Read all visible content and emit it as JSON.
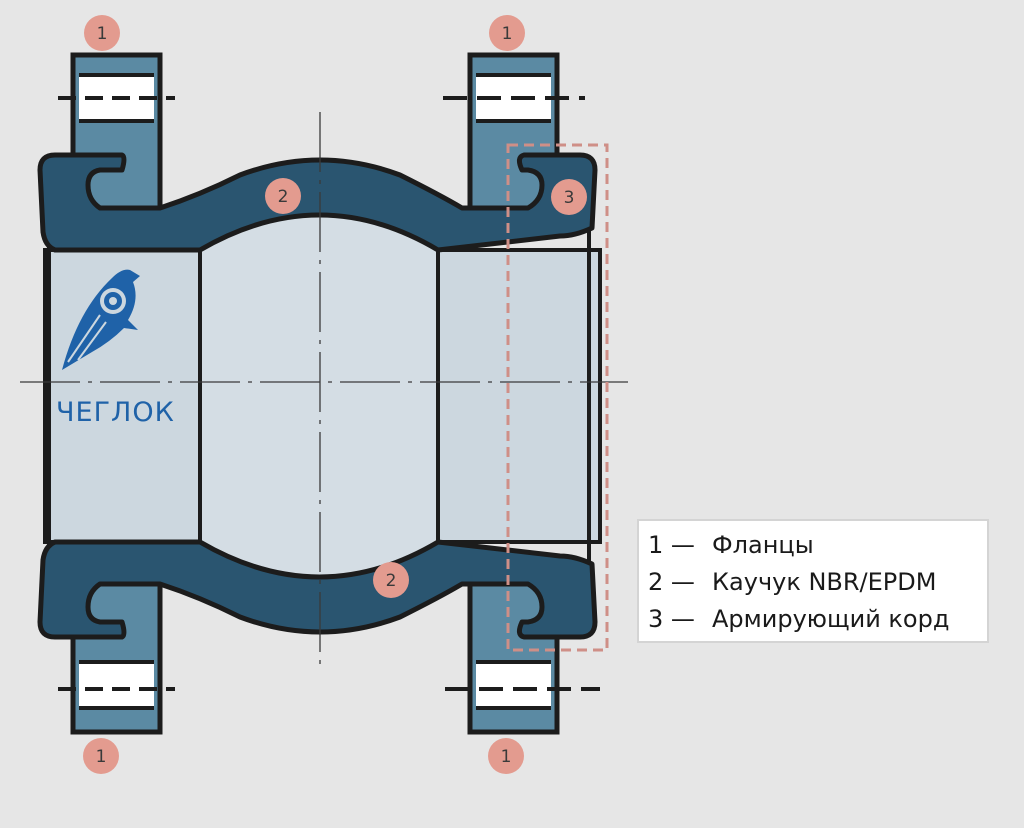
{
  "brand": {
    "name": "ЧЕГЛОК"
  },
  "markers": {
    "flange_top_left": "1",
    "flange_top_right": "1",
    "flange_bottom_left": "1",
    "flange_bottom_right": "1",
    "rubber_top": "2",
    "rubber_bottom": "2",
    "cord": "3"
  },
  "legend": {
    "items": [
      {
        "number": "1 —",
        "label": "Фланцы"
      },
      {
        "number": "2 —",
        "label": "Каучук NBR/EPDM"
      },
      {
        "number": "3 —",
        "label": "Армирующий корд"
      }
    ]
  },
  "colors": {
    "background": "#e6e6e6",
    "rubber": "#2a5570",
    "flange": "#5b8aa3",
    "bore": "#ccd7df",
    "outline": "#1c1c1c",
    "marker": "#e39b8f",
    "cord_frame": "#cf8f87",
    "brand": "#1f62a8"
  }
}
